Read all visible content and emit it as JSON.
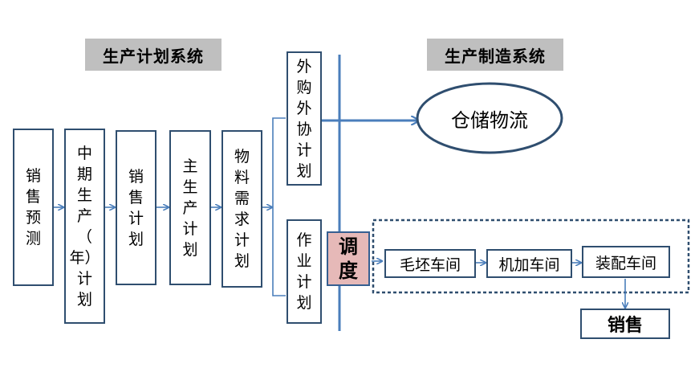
{
  "headers": {
    "planning": "生产计划系统",
    "manufacturing": "生产制造系统"
  },
  "planning_chain": [
    {
      "label": "销\n售\n预\n测"
    },
    {
      "label": "中\n期\n生\n产\n（\n年）\n计\n划"
    },
    {
      "label": "销\n售\n计\n划"
    },
    {
      "label": "主\n生\n产\n计\n划"
    },
    {
      "label": "物\n料\n需\n求\n计\n划"
    }
  ],
  "outsourcing_plan": "外\n购\n外\n协\n计\n划",
  "operation_plan": "作\n业\n计\n划",
  "dispatch": "调\n度",
  "warehouse_logistics": "仓储物流",
  "workshops": [
    "毛坯车间",
    "机加车间",
    "装配车间"
  ],
  "sales": "销售",
  "colors": {
    "box_border": "#2f4e6f",
    "arrow": "#4a7ebb",
    "header_bg": "#bfbfbf",
    "dispatch_bg": "#e6b9b8",
    "dispatch_border": "#365f91"
  }
}
